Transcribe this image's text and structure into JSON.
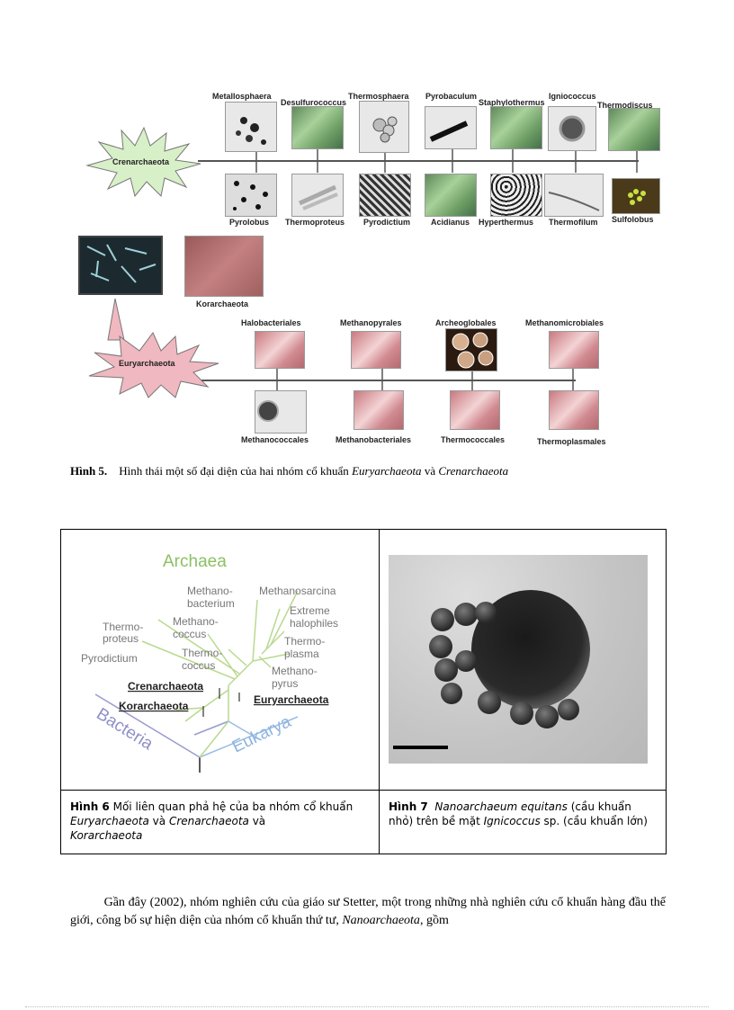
{
  "figure5": {
    "crenarchaeota": "Crenarchaeota",
    "euryarchaeota": "Euryarchaeota",
    "korarchaeota": "Korarchaeota",
    "cren_top": [
      "Metallosphaera",
      "Desulfurococcus",
      "Thermosphaera",
      "Pyrobaculum",
      "Staphylothermus",
      "Igniococcus",
      "Thermodiscus"
    ],
    "cren_bottom": [
      "Pyrolobus",
      "Thermoproteus",
      "Pyrodictium",
      "Acidianus",
      "Hyperthermus",
      "Thermofilum",
      "Sulfolobus"
    ],
    "eury_top": [
      "Halobacteriales",
      "Methanopyrales",
      "Archeoglobales",
      "Methanomicrobiales"
    ],
    "eury_bottom": [
      "Methanococcales",
      "Methanobacteriales",
      "Thermococcales",
      "Thermoplasmales"
    ],
    "caption_label": "Hình 5.",
    "caption_text": "Hình thái một số đại diện của hai nhóm cổ khuẩn",
    "caption_italic1": "Euryarchaeota",
    "caption_and": "và",
    "caption_italic2": "Crenarchaeota"
  },
  "figure6": {
    "archaea": "Archaea",
    "labels": {
      "methanobacterium_1": "Methano-",
      "methanobacterium_2": "bacterium",
      "methanosarcina": "Methanosarcina",
      "extreme_1": "Extreme",
      "extreme_2": "halophiles",
      "thermoproteus_1": "Thermo-",
      "thermoproteus_2": "proteus",
      "methanococcus_1": "Methano-",
      "methanococcus_2": "coccus",
      "thermoplasma_1": "Thermo-",
      "thermoplasma_2": "plasma",
      "pyrodictium": "Pyrodictium",
      "thermococcus_1": "Thermo-",
      "thermococcus_2": "coccus",
      "methanopyrus_1": "Methano-",
      "methanopyrus_2": "pyrus",
      "crenarchaeota": "Crenarchaeota",
      "euryarchaeota": "Euryarchaeota",
      "korarchaeota": "Korarchaeota",
      "bacteria": "Bacteria",
      "eukarya": "Eukarya"
    },
    "caption_bold": "Hình 6",
    "caption_1": " Mối liên quan phả hệ của ba nhóm cổ khuẩn ",
    "caption_eury": "Euryarchaeota",
    "caption_and": " và ",
    "caption_cren": "Crenarchaeota",
    "caption_and2": " và",
    "caption_kor": "Korarchaeota"
  },
  "figure7": {
    "caption_bold": "Hình 7",
    "caption_italic1": "Nanoarchaeum equitans",
    "caption_1": " (cầu khuẩn nhỏ) trên bề mặt ",
    "caption_italic2": "Ignicoccus",
    "caption_2": " sp. (cầu khuẩn lớn)"
  },
  "paragraph": {
    "text1": "Gần đây (2002), nhóm nghiên cứu của giáo sư Stetter, một trong những nhà nghiên cứu cổ khuẩn hàng đầu thế giới, công bố sự hiện diện của nhóm cổ khuẩn thứ tư, ",
    "italic": "Nanoarchaeota",
    "text2": ", gồm"
  },
  "colors": {
    "archaea_green": "#8cc063",
    "bacteria_purple": "#8f8fc8",
    "eukarya_blue": "#8fb4e0",
    "cren_burst": "#d8f0c8",
    "eury_burst": "#f0b8c0"
  }
}
